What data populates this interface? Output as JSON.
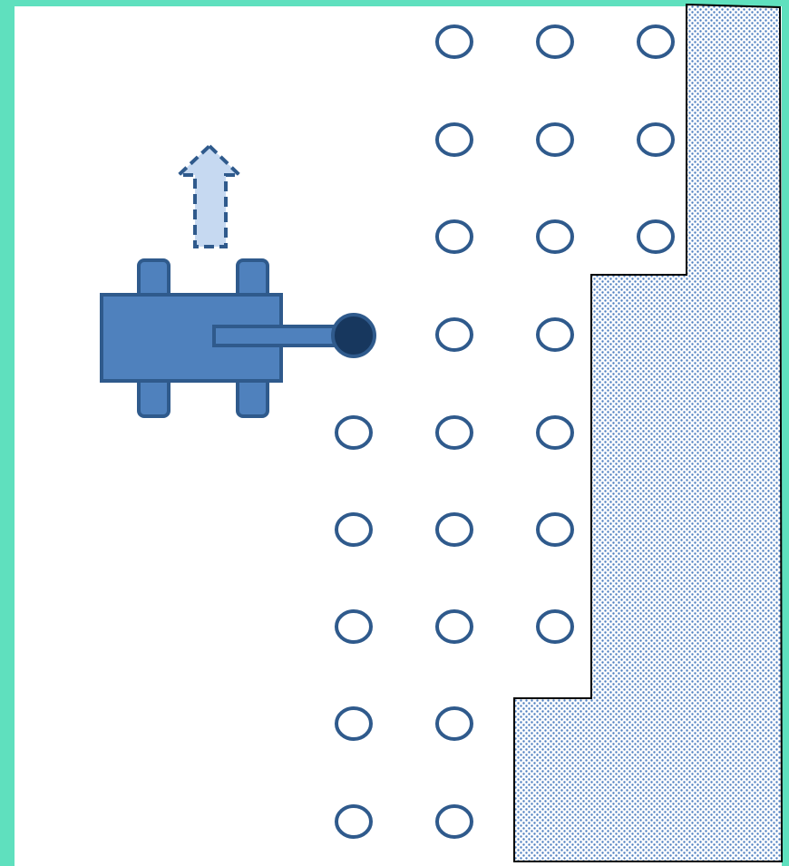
{
  "colors": {
    "border": "#5fe0be",
    "canvas": "#ffffff",
    "stroke": "#2f5a8c",
    "machine_fill": "#4f81bd",
    "tool_head": "#17375e",
    "arrow_fill": "#c6d9f1",
    "texture_dot": "#4f7fc0",
    "edge": "#000000"
  },
  "grid": {
    "column_count": 4,
    "row_count": 9,
    "present": [
      [
        false,
        true,
        true,
        true
      ],
      [
        false,
        true,
        true,
        true
      ],
      [
        false,
        true,
        true,
        true
      ],
      [
        false,
        true,
        true,
        false
      ],
      [
        true,
        true,
        true,
        false
      ],
      [
        true,
        true,
        true,
        false
      ],
      [
        true,
        true,
        true,
        false
      ],
      [
        true,
        true,
        false,
        false
      ],
      [
        true,
        true,
        false,
        false
      ]
    ]
  },
  "machine": {
    "icon": "tractor-icon",
    "direction": "up",
    "direction_icon": "dashed-arrow-up-icon"
  },
  "region": {
    "icon": "dotted-texture-region"
  }
}
